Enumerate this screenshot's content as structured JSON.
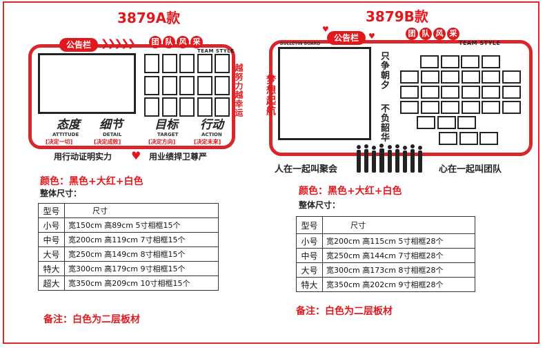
{
  "colors": {
    "accent": "#e0191e",
    "frame": "#222222"
  },
  "productA": {
    "title": "3879A款",
    "board_tag": "公告栏",
    "team_chars": [
      "团",
      "队",
      "风",
      "采"
    ],
    "team_style": "TEAM STYLE",
    "vertical_slogan": "越努力越幸运",
    "values": [
      {
        "cn": "态度",
        "en": "ATTITUDE",
        "sub": "[决定一切]"
      },
      {
        "cn": "细节",
        "en": "DETAIL",
        "sub": "[决定成败]"
      },
      {
        "cn": "目标",
        "en": "TARGET",
        "sub": "[决定方向]"
      },
      {
        "cn": "行动",
        "en": "ACTION",
        "sub": "[决定未来]"
      }
    ],
    "slogan_left": "用行动证明实力",
    "slogan_right": "用业绩捍卫尊严",
    "color_label": "颜色：黑色+大红+白色",
    "size_label": "整体尺寸：",
    "table_header": [
      "型号",
      "尺寸"
    ],
    "rows": [
      [
        "小号",
        "宽150cm   高89cm   5寸相框15个"
      ],
      [
        "中号",
        "宽200cm   高119cm 7寸相框15个"
      ],
      [
        "大号",
        "宽250cm   高149cm 8寸相框15个"
      ],
      [
        "特大",
        "宽300cm   高179cm 9寸相框15个"
      ],
      [
        "超大",
        "宽350cm   高209cm 10寸相框15个"
      ]
    ],
    "note": "备注：白色为二层板材"
  },
  "productB": {
    "title": "3879B款",
    "board_tag": "公告栏",
    "bulletin_en": "BULLETIN BOARD",
    "team_chars": [
      "团",
      "队",
      "风",
      "采"
    ],
    "team_style": "TEAM STYLE",
    "dream": "梦想起航",
    "vertical_1": "只争朝夕",
    "vertical_2": "不负韶华",
    "slogan_left": "人在一起叫聚会",
    "slogan_right": "心在一起叫团队",
    "color_label": "颜色：黑色+大红+白色",
    "size_label": "整体尺寸：",
    "table_header": [
      "型号",
      "尺寸"
    ],
    "rows": [
      [
        "小号",
        "宽200cm   高115cm 5寸相框28个"
      ],
      [
        "中号",
        "宽250cm   高144cm 7寸相框28个"
      ],
      [
        "大号",
        "宽300cm   高173cm 8寸相框28个"
      ],
      [
        "特大",
        "宽350cm   高202cm 9寸相框28个"
      ]
    ],
    "note": "备注：白色为二层板材"
  }
}
